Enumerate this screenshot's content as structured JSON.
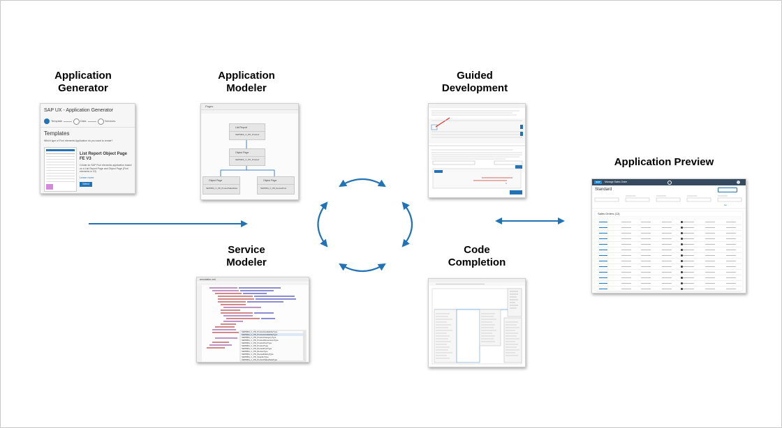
{
  "accent_color": "#2272b6",
  "sections": {
    "app_generator": {
      "title": "Application\nGenerator",
      "screenshot": {
        "header": "SAP UX - Application Generator",
        "steps": [
          "Template",
          "Data",
          "Services"
        ],
        "heading": "Templates",
        "question": "Which type of Fiori elements Application do you want to create?",
        "card_title": "List Report Object Page FE V3",
        "card_text": "Create an SAP Fiori elements application based on a List Report Page and Object Page (Fiori elements in V2)",
        "learn_more": "Learn more",
        "button": "Select"
      }
    },
    "app_modeler": {
      "title": "Application\nModeler",
      "screenshot": {
        "tab": "Pages",
        "nodes": [
          "List Report",
          "SEPMRA_C_PD_Product",
          "Object Page",
          "SEPMRA_C_PD_Product",
          "Object Page",
          "SEPMRA_C_PD_ProductSalesData",
          "Object Page",
          "SEPMRA_C_PD_ReviewPost"
        ]
      }
    },
    "guided_dev": {
      "title": "Guided\nDevelopment",
      "screenshot": {}
    },
    "service_modeler": {
      "title": "Service\nModeler",
      "screenshot": {
        "tab": "annotation.xml",
        "suggestions": [
          "SEPMRA_C_PD_ProductAvailabilityType",
          "SEPMRA_C_PD_ProductAvailabilityType",
          "SEPMRA_C_PD_ProductCategoryType",
          "SEPMRA_C_PD_ProductDimensionsType",
          "SEPMRA_C_PD_ProductTextType",
          "SEPMRA_C_PD_ProductType",
          "SEPMRA_C_PD_ReviewPostType",
          "SEPMRA_C_PD_ReviewType",
          "SEPMRA_C_PD_ReviewRatingType",
          "SEPMRA_C_PD_SupplierType",
          "SEPMRA_C_PD_ProductSalesDataType"
        ]
      }
    },
    "code_completion": {
      "title": "Code\nCompletion",
      "screenshot": {}
    },
    "app_preview": {
      "title": "Application Preview",
      "screenshot": {
        "shell_title": "Manage Sales Order",
        "variant": "Standard",
        "go_button": "Go",
        "table_title": "Sales Orders (13)"
      }
    }
  }
}
